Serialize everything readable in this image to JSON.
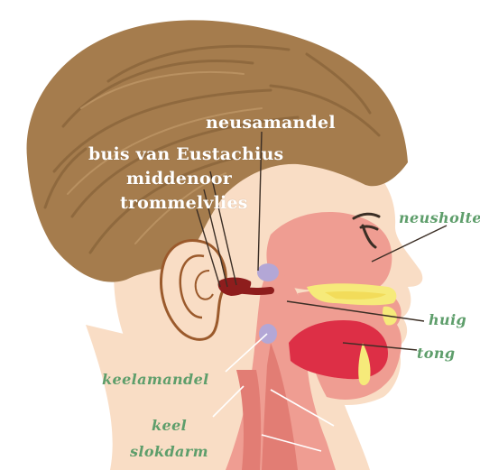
{
  "colors": {
    "hair": "#a57c4d",
    "hair_dark": "#8a653b",
    "skin": "#f9ddc5",
    "skin_shadow": "#f3c9a9",
    "cavity": "#ef9d92",
    "cavity_dark": "#e27d74",
    "tongue": "#dd2f46",
    "palate": "#f6ea7a",
    "tonsil": "#b3a7d6",
    "tube": "#8e1d1d",
    "label_white": "#ffffff",
    "label_green": "#5e9e6b",
    "leader_dark": "#3b2e25"
  },
  "labels": {
    "neusamandel": "neusamandel",
    "buis_van_eustachius": "buis van Eustachius",
    "middenoor": "middenoor",
    "trommelvlies": "trommelvlies",
    "neusholte": "neusholte",
    "huig": "huig",
    "tong": "tong",
    "keelamandel": "keelamandel",
    "keel": "keel",
    "slokdarm": "slokdarm"
  }
}
